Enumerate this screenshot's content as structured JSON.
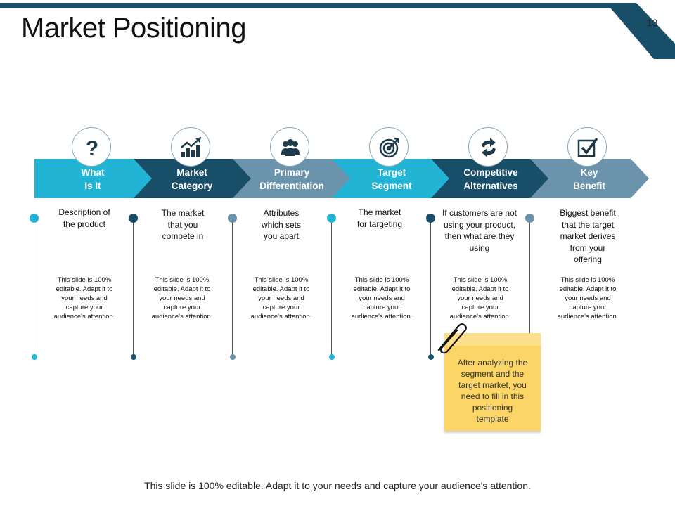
{
  "slide": {
    "title": "Market Positioning",
    "page_number": "13",
    "footer": "This slide is 100% editable. Adapt it to your needs and capture your audience's attention."
  },
  "colors": {
    "cyan": "#21b4d4",
    "navy": "#194e69",
    "steel": "#6b93ab",
    "note": "#fbd667"
  },
  "steps": [
    {
      "label": "What\nIs It",
      "icon": "question-icon",
      "color": "cyan",
      "description": "Description of\nthe product",
      "note": "This slide is 100%\neditable.  Adapt it to\nyour needs and\ncapture your\naudience's attention."
    },
    {
      "label": "Market\nCategory",
      "icon": "chart-growth-icon",
      "color": "navy",
      "description": "The market\nthat you\ncompete in",
      "note": "This slide is 100%\neditable.  Adapt it to\nyour needs and\ncapture your\naudience's attention."
    },
    {
      "label": "Primary\nDifferentiation",
      "icon": "people-icon",
      "color": "steel",
      "description": "Attributes\nwhich sets\nyou apart",
      "note": "This slide is 100%\neditable.  Adapt it to\nyour needs and\ncapture your\naudience's attention."
    },
    {
      "label": "Target\nSegment",
      "icon": "target-icon",
      "color": "cyan",
      "description": "The market\nfor targeting",
      "note": "This slide is 100%\neditable.  Adapt it to\nyour needs and\ncapture your\naudience's attention."
    },
    {
      "label": "Competitive\nAlternatives",
      "icon": "refresh-arrows-icon",
      "color": "navy",
      "description": "If customers are not\nusing your product,\nthen what are they\nusing",
      "note": "This slide is 100%\neditable.  Adapt it to\nyour needs and\ncapture your\naudience's attention."
    },
    {
      "label": "Key\nBenefit",
      "icon": "checkbox-icon",
      "color": "steel",
      "description": "Biggest benefit\nthat the target\nmarket derives\nfrom your\noffering",
      "note": "This slide is 100%\neditable.  Adapt it to\nyour needs and\ncapture your\naudience's attention."
    }
  ],
  "sticky_note": {
    "text": "After analyzing the\nsegment and the\ntarget market, you\nneed to fill in this\npositioning\ntemplate"
  }
}
